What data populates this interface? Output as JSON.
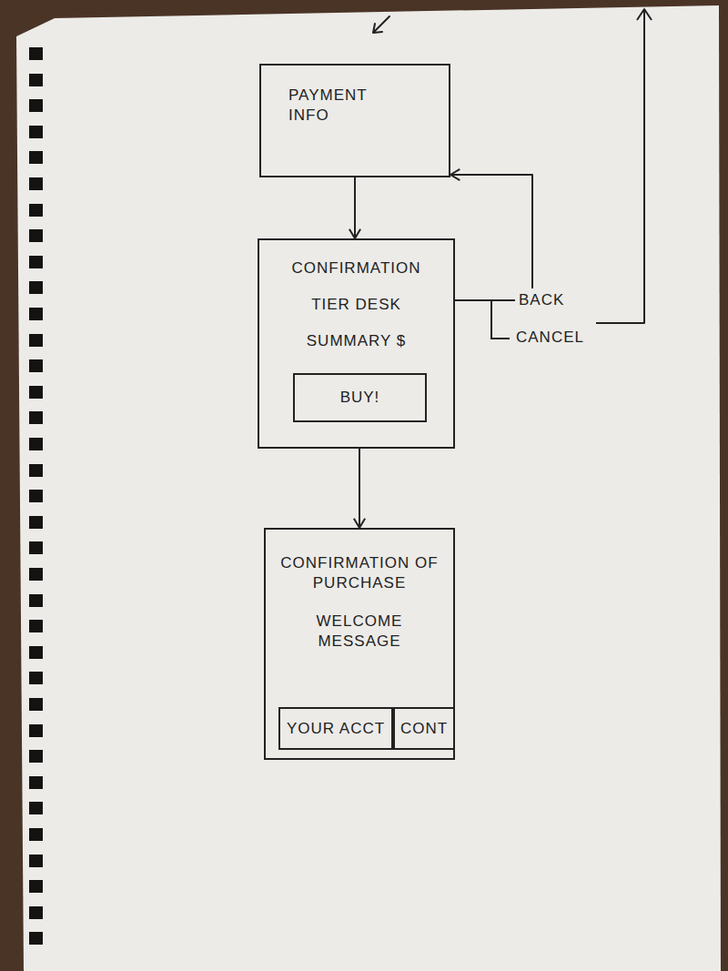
{
  "diagram": {
    "nodes": [
      {
        "text": [
          "PAYMENT INFO"
        ]
      },
      {
        "text": [
          "CONFIRMATION",
          "TIER DESK",
          "SUMMARY $"
        ]
      },
      {
        "text": [
          "BUY!"
        ],
        "in": 1
      },
      {
        "text": [
          "CONFIRMATION OF PURCHASE",
          "WELCOME MESSAGE"
        ]
      },
      {
        "text": [
          "YOUR ACCT"
        ],
        "in": 3
      },
      {
        "text": [
          "CONT"
        ],
        "in": 3
      }
    ],
    "edges": [
      {
        "from": 0,
        "to": 1,
        "arrow": "to"
      },
      {
        "from": 1,
        "to": 3,
        "arrow": "to"
      },
      {
        "from": 1,
        "to": 0,
        "label": "BACK",
        "arrow": "to"
      }
    ],
    "labels": [
      "CANCEL"
    ]
  }
}
